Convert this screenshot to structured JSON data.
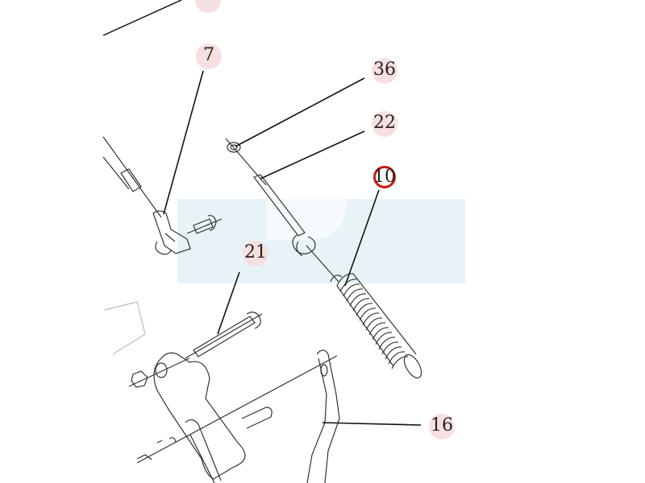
{
  "diagram": {
    "title": "",
    "callouts": [
      {
        "id": "7",
        "label": "7"
      },
      {
        "id": "36",
        "label": "36"
      },
      {
        "id": "22",
        "label": "22"
      },
      {
        "id": "10",
        "label": "10",
        "selected": true
      },
      {
        "id": "21",
        "label": "21"
      },
      {
        "id": "16",
        "label": "16"
      }
    ],
    "colors": {
      "bubble": "#f6e0e0",
      "selected_ring": "#cc1a10",
      "watermark": "#e8f3f8",
      "line": "#222222"
    }
  }
}
